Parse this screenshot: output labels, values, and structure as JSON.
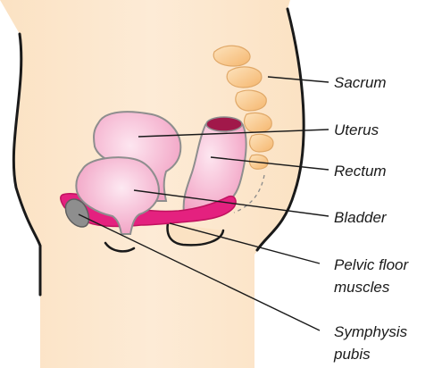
{
  "labels": {
    "sacrum": "Sacrum",
    "uterus": "Uterus",
    "rectum": "Rectum",
    "bladder": "Bladder",
    "pelvic_floor_line1": "Pelvic floor",
    "pelvic_floor_line2": "muscles",
    "symphysis_line1": "Symphysis",
    "symphysis_line2": "pubis"
  },
  "colors": {
    "skin": "#fbe7cd",
    "outline": "#1a1a1a",
    "organ": "#f2a9c9",
    "organ_highlight": "#fbe0ec",
    "organ_outline": "#8e8e8e",
    "pelvic_floor": "#e4217f",
    "rectum_top": "#a1184a",
    "sacrum_bone": "#f8c98a",
    "pubis_bone": "#8e8e8e"
  }
}
